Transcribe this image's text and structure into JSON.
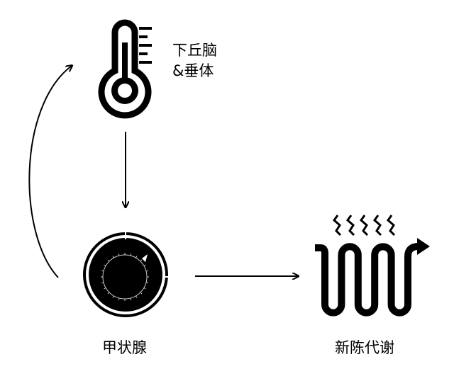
{
  "nodes": {
    "hypothalamus": {
      "line1": "下丘脑",
      "line2": "&垂体",
      "icon": "thermometer-icon"
    },
    "thyroid": {
      "label": "甲状腺",
      "icon": "dial-knob-icon"
    },
    "metabolism": {
      "label": "新陈代谢",
      "icon": "heating-coil-icon"
    }
  },
  "colors": {
    "ink": "#000000",
    "background": "#ffffff"
  }
}
